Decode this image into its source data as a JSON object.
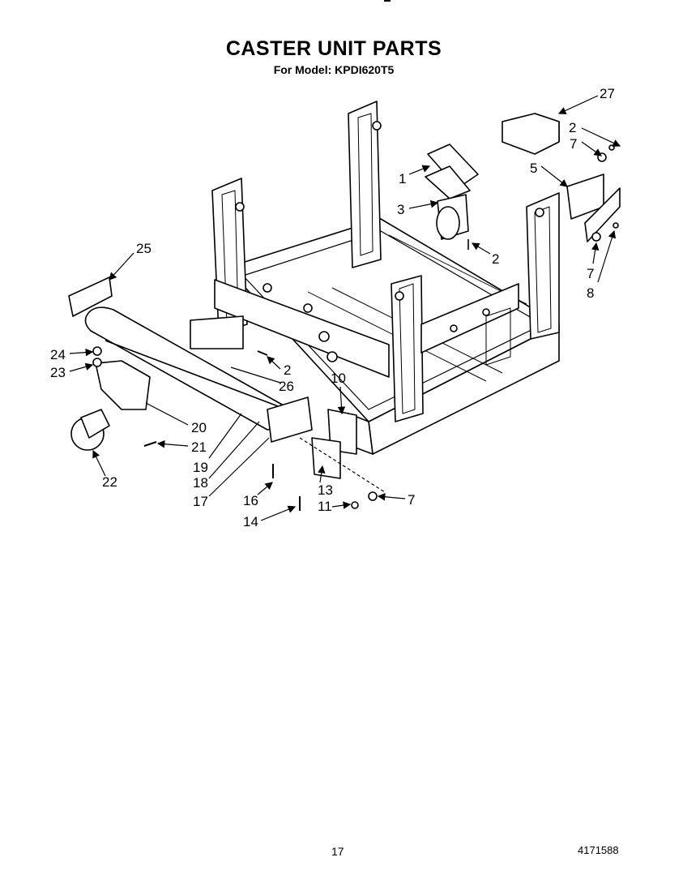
{
  "header": {
    "title": "CASTER UNIT PARTS",
    "subtitle": "For Model: KPDI620T5"
  },
  "callouts": [
    "27",
    "2",
    "7",
    "5",
    "1",
    "3",
    "2",
    "7",
    "8",
    "25",
    "2",
    "26",
    "24",
    "23",
    "10",
    "20",
    "21",
    "19",
    "18",
    "17",
    "22",
    "16",
    "13",
    "14",
    "11",
    "7"
  ],
  "footer": {
    "page_number": "17",
    "document_number": "4171588"
  },
  "style": {
    "line_color": "#000000",
    "background": "#ffffff"
  }
}
